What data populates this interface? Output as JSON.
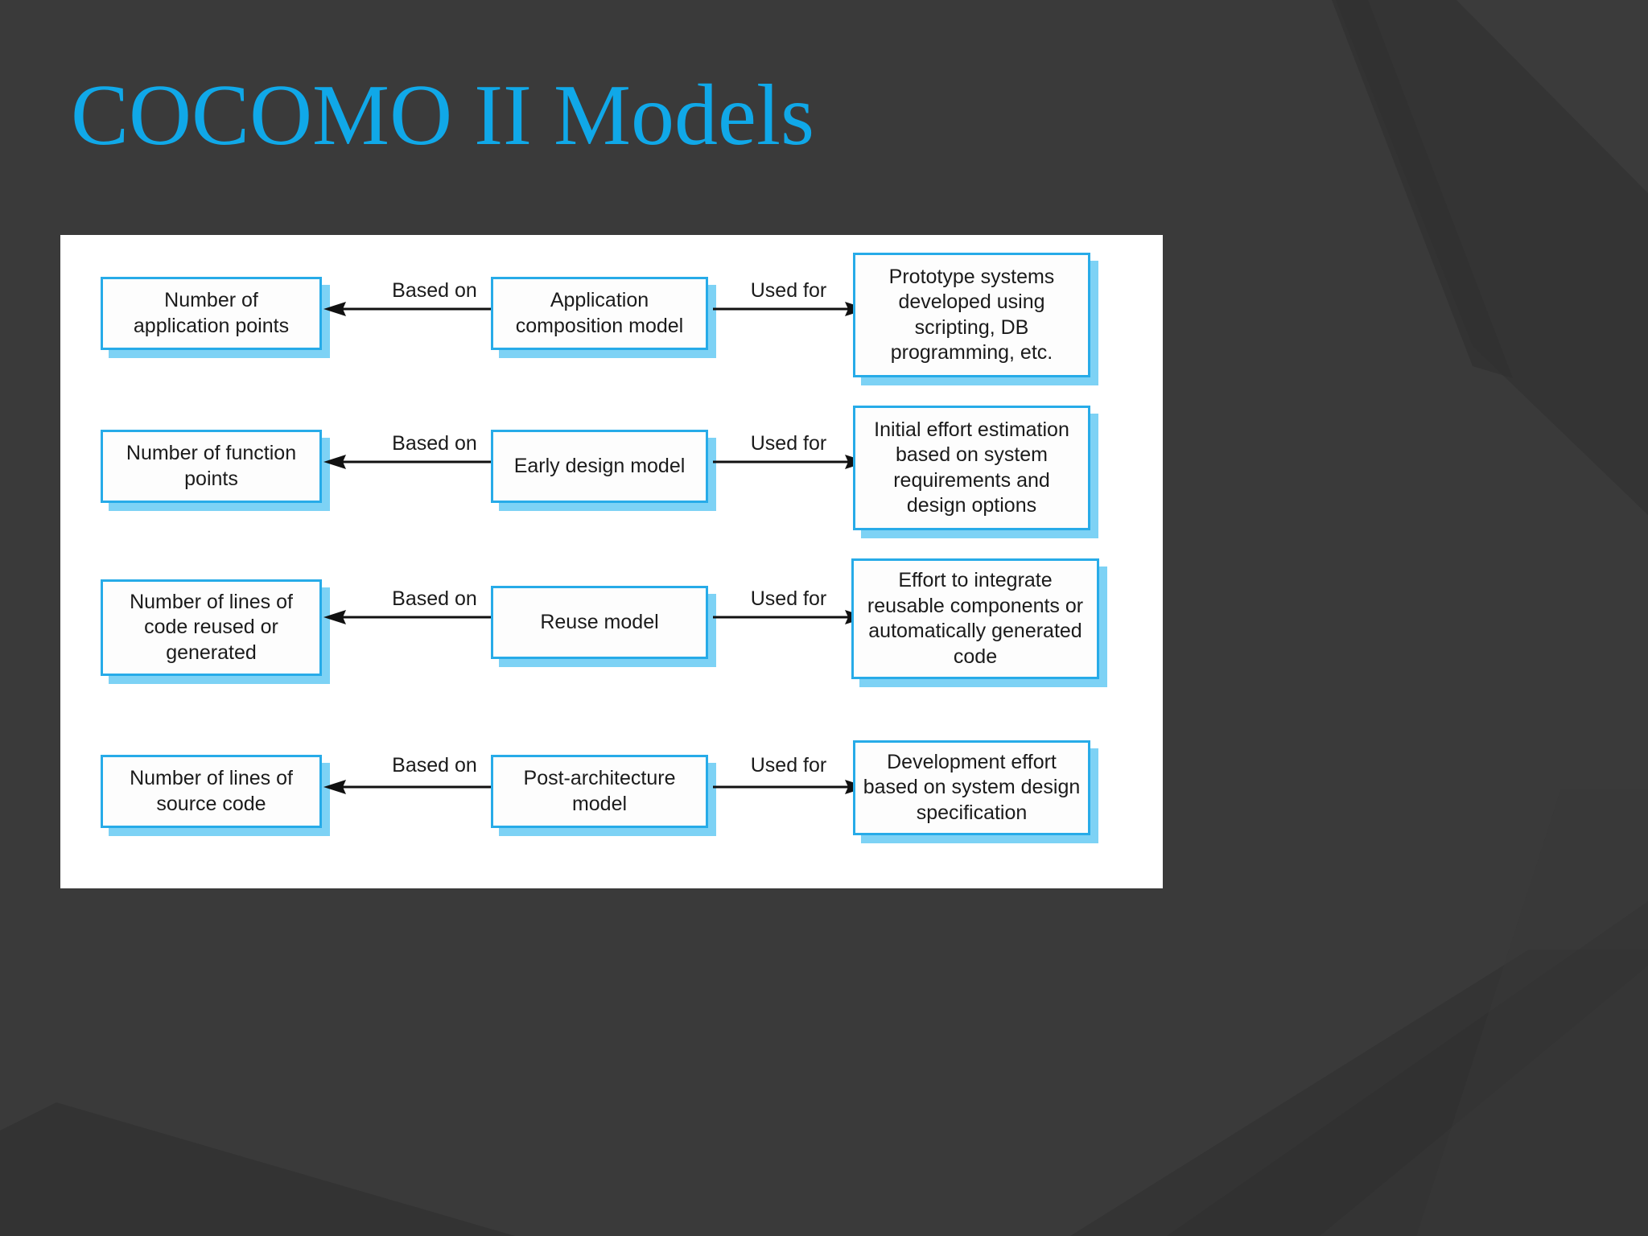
{
  "slide": {
    "title": "COCOMO II Models",
    "title_color": "#10A8E8",
    "background_color": "#3a3a3a",
    "panel_color": "#ffffff",
    "box_border_color": "#27ABE8",
    "box_shadow_color": "#7DD2F5",
    "text_color": "#1b1b1b"
  },
  "diagram": {
    "type": "flow",
    "rows": [
      {
        "metric": "Number of\napplication points",
        "metric_line1": "Number of",
        "metric_line2": "application points",
        "left_label": "Based on",
        "model": "Application\ncomposition model",
        "model_line1": "Application",
        "model_line2": "composition model",
        "right_label": "Used for",
        "usage": "Prototype systems developed using scripting, DB programming, etc.",
        "usage_line1": "Prototype systems",
        "usage_line2": "developed using",
        "usage_line3": "scripting, DB",
        "usage_line4": "programming, etc."
      },
      {
        "metric": "Number of function\npoints",
        "metric_line1": "Number of function",
        "metric_line2": "points",
        "left_label": "Based on",
        "model": "Early design model",
        "model_line1": "Early design model",
        "model_line2": "",
        "right_label": "Used for",
        "usage": "Initial effort estimation based on system requirements  and design options",
        "usage_line1": "Initial effort estimation",
        "usage_line2": "based on system",
        "usage_line3": "requirements  and",
        "usage_line4": "design options"
      },
      {
        "metric": "Number of lines of\ncode reused or\ngenerated",
        "metric_line1": "Number of lines of",
        "metric_line2": "code reused or",
        "metric_line3": "generated",
        "left_label": "Based on",
        "model": "Reuse model",
        "model_line1": "Reuse model",
        "model_line2": "",
        "right_label": "Used for",
        "usage": "Effort to integrate reusable components or automatically generated code",
        "usage_line1": "Effort to integrate",
        "usage_line2": "reusable components or",
        "usage_line3": "automatically generated",
        "usage_line4": "code"
      },
      {
        "metric": "Number of lines of\nsource code",
        "metric_line1": "Number of lines of",
        "metric_line2": "source code",
        "left_label": "Based on",
        "model": "Post-architecture\nmodel",
        "model_line1": "Post-architecture",
        "model_line2": "model",
        "right_label": "Used for",
        "usage": "Development effort based on system design specification",
        "usage_line1": "Development effort",
        "usage_line2": "based on system design",
        "usage_line3": "specification",
        "usage_line4": ""
      }
    ]
  }
}
